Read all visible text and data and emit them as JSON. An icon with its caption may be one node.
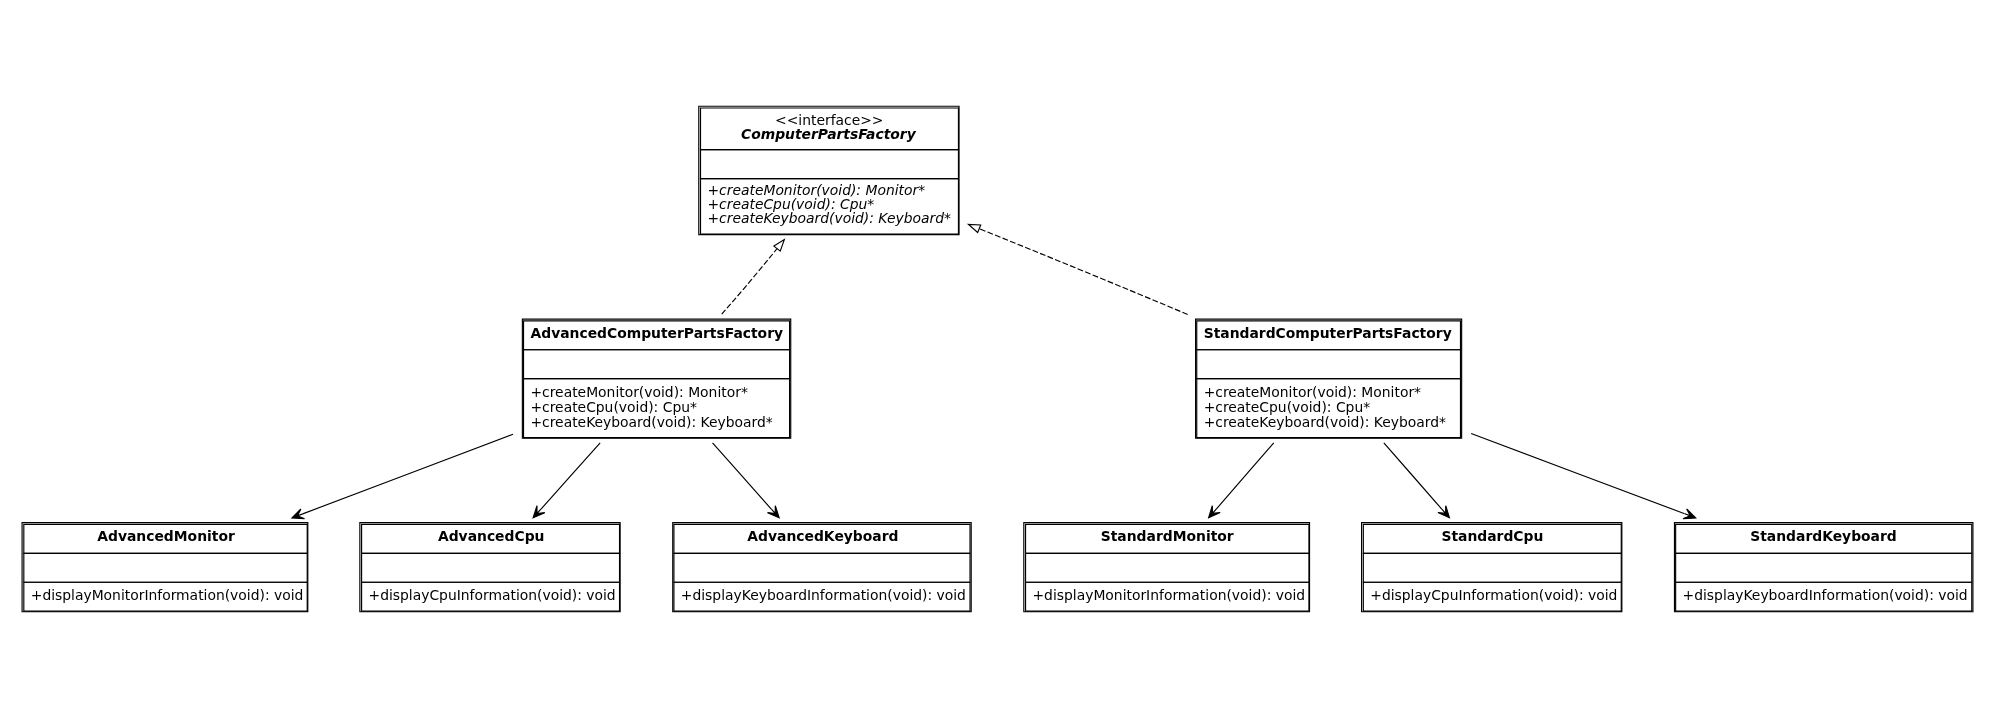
{
  "diagram": {
    "nodes": [
      {
        "text": [
          "<<interface>>",
          "ComputerPartsFactory",
          "+createMonitor(void): Monitor*",
          "+createCpu(void): Cpu*",
          "+createKeyboard(void): Keyboard*"
        ]
      },
      {
        "text": [
          "AdvancedMonitor",
          "+displayMonitorInformation(void): void"
        ]
      },
      {
        "text": [
          "StandardMonitor",
          "+displayMonitorInformation(void): void"
        ]
      },
      {
        "text": [
          "AdvancedCpu",
          "+displayCpuInformation(void): void"
        ]
      },
      {
        "text": [
          "AdvancedComputerPartsFactory",
          "+createMonitor(void): Monitor*",
          "+createCpu(void): Cpu*",
          "+createKeyboard(void): Keyboard*"
        ]
      },
      {
        "text": [
          "StandardComputerPartsFactory",
          "+createMonitor(void): Monitor*",
          "+createCpu(void): Cpu*",
          "+createKeyboard(void): Keyboard*"
        ]
      },
      {
        "text": [
          "StandardCpu",
          "+displayCpuInformation(void): void"
        ]
      },
      {
        "text": [
          "AdvancedKeyboard",
          "+displayKeyboardInformation(void): void"
        ]
      },
      {
        "text": [
          "StandardKeyboard",
          "+displayKeyboardInformation(void): void"
        ]
      }
    ],
    "edges": [
      {
        "from": 4,
        "to": 0,
        "arrow": "to",
        "style": "dashed"
      },
      {
        "from": 5,
        "to": 0,
        "arrow": "to",
        "style": "dashed"
      },
      {
        "from": 4,
        "to": 1,
        "arrow": "to"
      },
      {
        "from": 4,
        "to": 3,
        "arrow": "to"
      },
      {
        "from": 4,
        "to": 7,
        "arrow": "to"
      },
      {
        "from": 5,
        "to": 2,
        "arrow": "to"
      },
      {
        "from": 5,
        "to": 6,
        "arrow": "to"
      },
      {
        "from": 5,
        "to": 8,
        "arrow": "to"
      }
    ]
  }
}
